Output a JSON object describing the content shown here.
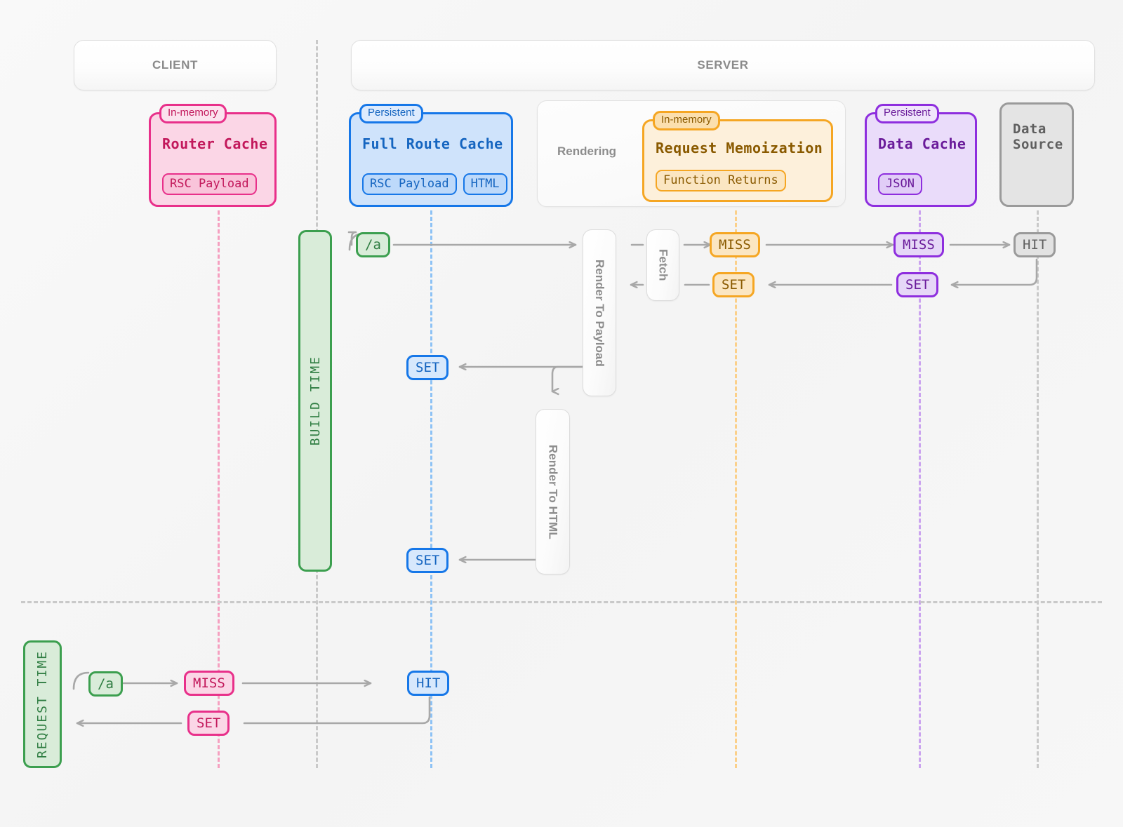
{
  "title": "Next.js Caching Flow Sequence Diagram",
  "header": {
    "client_label": "CLIENT",
    "server_label": "SERVER"
  },
  "colors": {
    "pink_border": "#e8308a",
    "pink_fill": "#fbd6e6",
    "pink_text": "#c2185b",
    "blue_border": "#1677e8",
    "blue_fill": "#cfe3fb",
    "blue_text": "#1565c0",
    "orange_border": "#f5a623",
    "orange_fill": "#fbe6c2",
    "orange_text": "#8a5a00",
    "purple_border": "#8e2ede",
    "purple_fill": "#e6d7f7",
    "purple_text": "#6a1b9a",
    "gray_border": "#9a9a9a",
    "gray_fill": "#e2e2e2",
    "gray_text": "#616161",
    "green_border": "#3c9f4f",
    "green_fill": "#d9ecd9",
    "green_text": "#2f7d42",
    "wire": "#a8a8a8",
    "background": "#f7f7f7"
  },
  "caches": [
    {
      "id": "router-cache",
      "tag": "In-memory",
      "title": "Router Cache",
      "chips": [
        "RSC Payload"
      ],
      "lane": "client"
    },
    {
      "id": "full-route-cache",
      "tag": "Persistent",
      "title": "Full Route Cache",
      "chips": [
        "RSC Payload",
        "HTML"
      ],
      "lane": "server"
    },
    {
      "id": "request-memoization",
      "tag": "In-memory",
      "title": "Request Memoization",
      "chips": [
        "Function Returns"
      ],
      "lane": "server"
    },
    {
      "id": "data-cache",
      "tag": "Persistent",
      "title": "Data Cache",
      "chips": [
        "JSON"
      ],
      "lane": "server"
    }
  ],
  "rendering": {
    "label": "Rendering"
  },
  "data_source": {
    "line1": "Data",
    "line2": "Source"
  },
  "processes": {
    "render_to_payload": "Render To Payload",
    "fetch": "Fetch",
    "render_to_html": "Render To HTML"
  },
  "phases": {
    "build_time": "BUILD TIME",
    "request_time": "REQUEST TIME"
  },
  "build_time_flow": {
    "route_badge": "/a",
    "memo_miss": "MISS",
    "memo_set": "SET",
    "data_cache_miss": "MISS",
    "data_cache_set": "SET",
    "data_source_hit": "HIT",
    "full_route_set_payload": "SET",
    "full_route_set_html": "SET"
  },
  "request_time_flow": {
    "route_badge": "/a",
    "router_miss": "MISS",
    "router_set": "SET",
    "full_route_hit": "HIT"
  }
}
